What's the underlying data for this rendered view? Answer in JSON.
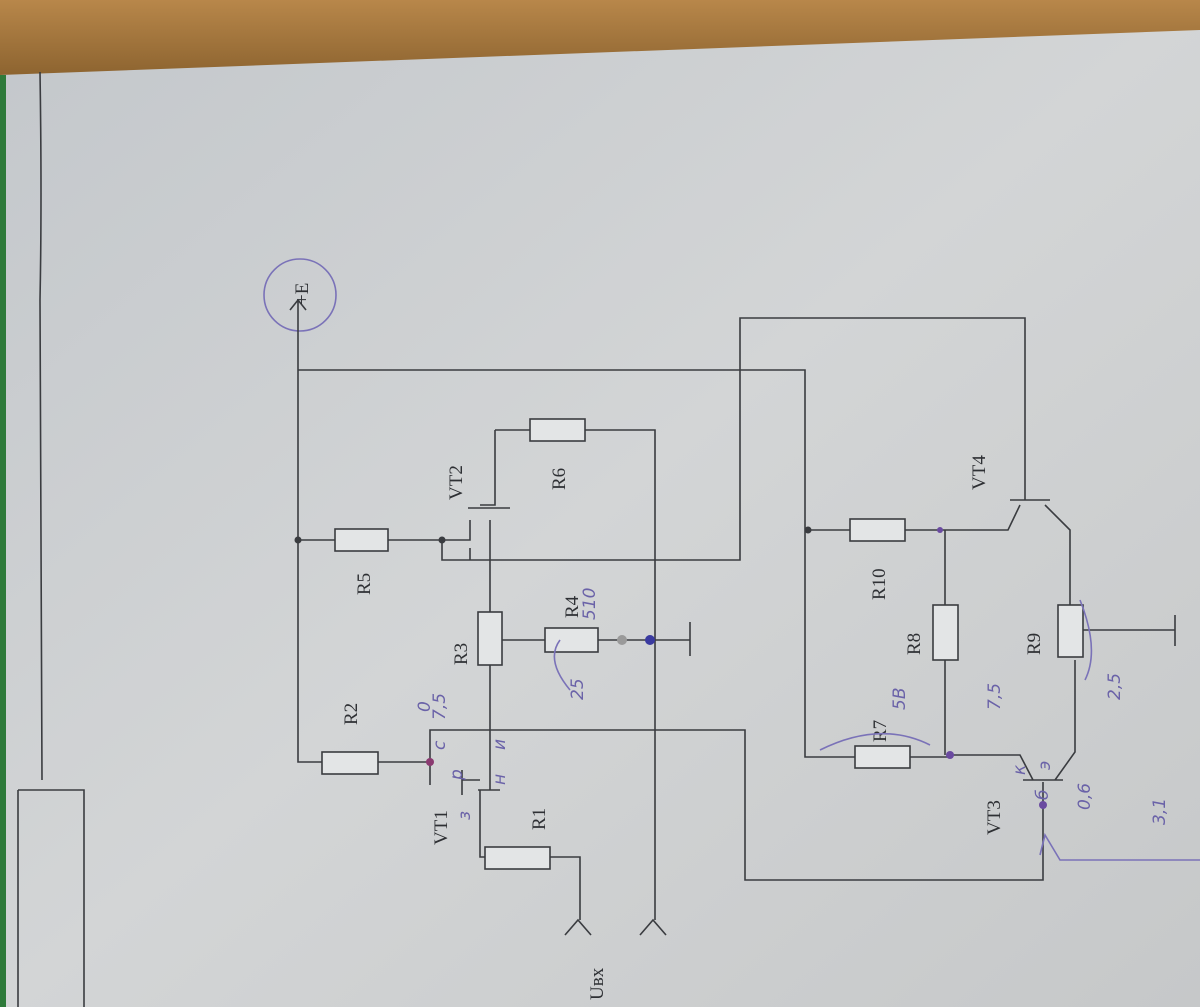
{
  "diagram": {
    "supply_label": "+E",
    "input_label": "Uвх",
    "components": {
      "resistors": [
        "R1",
        "R2",
        "R3",
        "R4",
        "R5",
        "R6",
        "R7",
        "R8",
        "R9",
        "R10"
      ],
      "transistors": [
        "VT1",
        "VT2",
        "VT3",
        "VT4"
      ]
    },
    "annotations": {
      "vt1_gate": "з",
      "vt1_p": "р",
      "vt1_c": "c",
      "vt1_u": "и",
      "vt1_h": "н",
      "r3_voltage": "7,5",
      "r3_zero": "0",
      "r4_value": "510",
      "r4_voltage": "25",
      "r7_value": "5B",
      "vt3_ce_voltage": "7,5",
      "r9_voltage": "2,5",
      "vt3_base": "б",
      "vt3_emitter": "э",
      "vt3_collector": "к",
      "vt3_be_voltage": "0,6",
      "vt3_base_voltage": "3,1"
    }
  },
  "colors": {
    "paper": "#cdd0d2",
    "wood": "#a87a3c",
    "ink": "#3a3c40",
    "pen": "#6a62a8"
  }
}
